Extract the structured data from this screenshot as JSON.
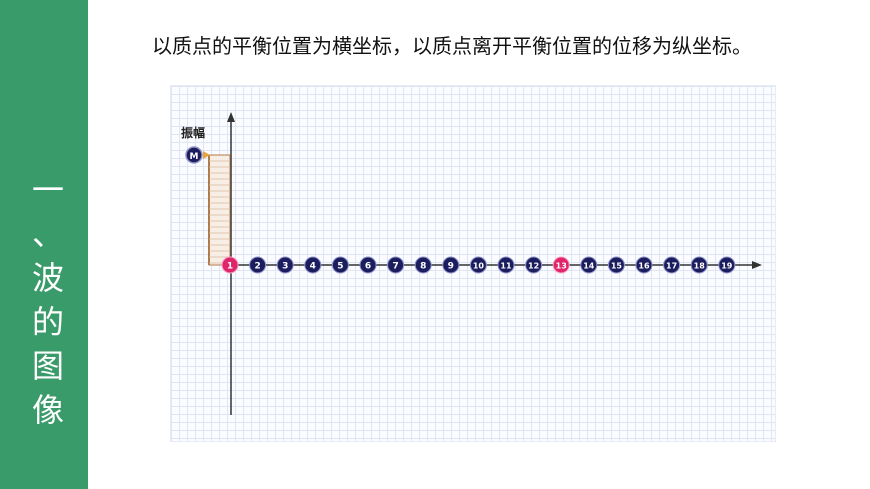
{
  "sidebar": {
    "title_chars": [
      "一",
      "、",
      "波",
      "的",
      "图",
      "像"
    ],
    "color": "#3a9b6a"
  },
  "caption": "以质点的平衡位置为横坐标，以质点离开平衡位置的位移为纵坐标。",
  "diagram": {
    "y_axis_label": "振幅",
    "marker_label": "M",
    "particles": [
      "1",
      "2",
      "3",
      "4",
      "5",
      "6",
      "7",
      "8",
      "9",
      "10",
      "11",
      "12",
      "13",
      "14",
      "15",
      "16",
      "17",
      "18",
      "19"
    ],
    "highlighted": [
      "1",
      "13"
    ],
    "colors": {
      "particle": "#1c1d5e",
      "highlight": "#e0256a",
      "axis": "#333333",
      "ruler_fill": "#f7efe6",
      "ruler_line": "#b07a4a",
      "pointer": "#e8a23a"
    }
  }
}
